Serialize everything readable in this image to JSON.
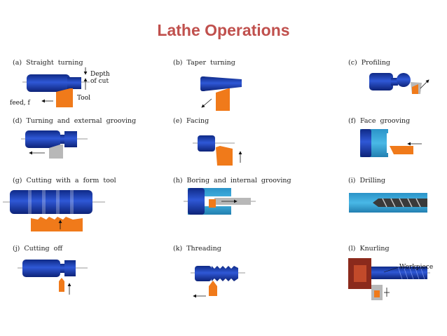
{
  "title": "Lathe Operations",
  "operations": [
    {
      "caption": "(a)  Straight  turning"
    },
    {
      "caption": "(b)  Taper  turning"
    },
    {
      "caption": "(c)  Profiling"
    },
    {
      "caption": "(d)  Turning  and  external  grooving"
    },
    {
      "caption": "(e)  Facing"
    },
    {
      "caption": "(f)  Face  grooving"
    },
    {
      "caption": "(g)  Cutting  with  a  form  tool"
    },
    {
      "caption": "(h)  Boring  and  internal  grooving"
    },
    {
      "caption": "(i)  Drilling"
    },
    {
      "caption": "(j)  Cutting  off"
    },
    {
      "caption": "(k)  Threading"
    },
    {
      "caption": "(l)  Knurling"
    }
  ],
  "labels": {
    "depth": "Depth",
    "of_cut": "of cut",
    "tool": "Tool",
    "feed": "feed,  f",
    "workpiece": "Workpiece"
  },
  "colors": {
    "title": "#c0504d",
    "workpiece": "#1e40b8",
    "tool": "#f07a1a",
    "light_blue": "#35a6d8",
    "gray": "#b8b8b8"
  }
}
